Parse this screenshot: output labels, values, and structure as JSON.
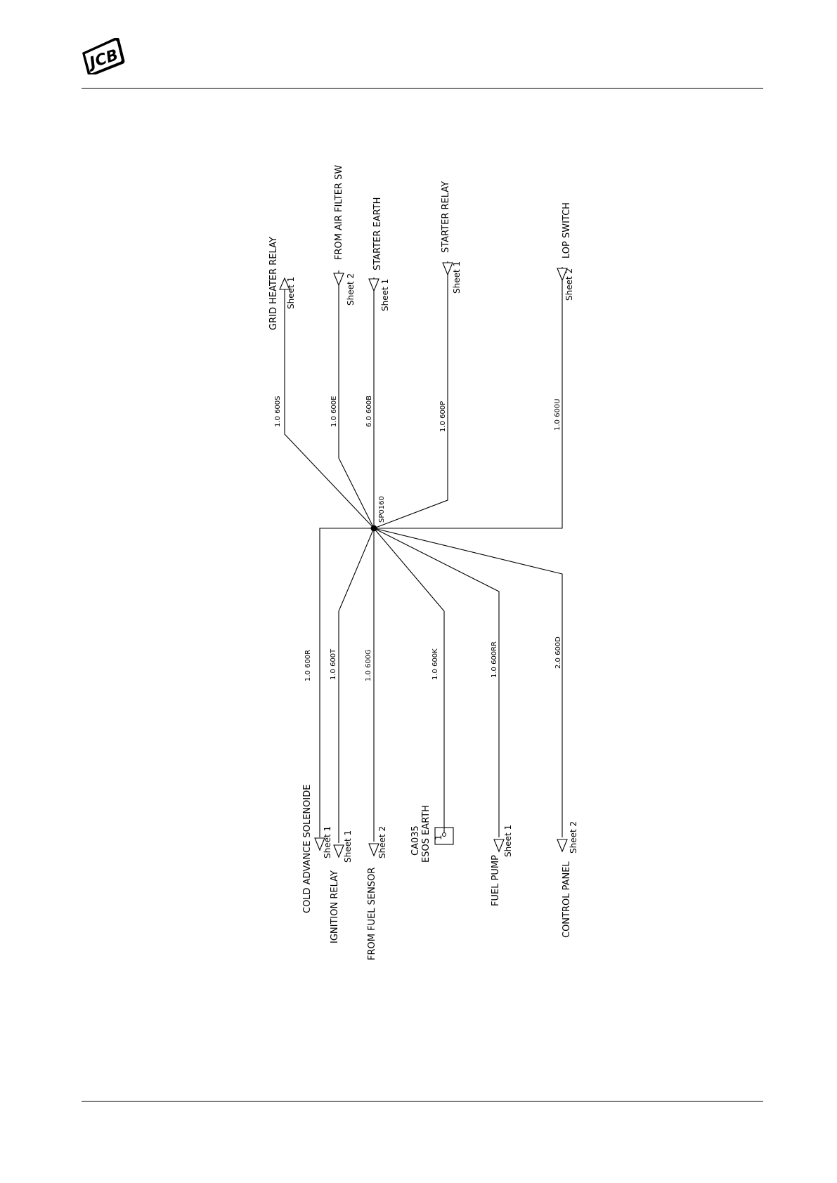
{
  "header": {
    "logo_text": "JCB"
  },
  "diagram": {
    "splice": {
      "id": "SP0160"
    },
    "top_wires": [
      {
        "id": "w-grid",
        "destination": "GRID HEATER RELAY",
        "sheet": "Sheet 1",
        "wire": "1.0 600S"
      },
      {
        "id": "w-airfilter",
        "destination": "FROM AIR FILTER SW",
        "sheet": "Sheet 2",
        "wire": "1.0 600E"
      },
      {
        "id": "w-starter-earth",
        "destination": "STARTER EARTH",
        "sheet": "Sheet 1",
        "wire": "6.0 600B"
      },
      {
        "id": "w-starter-relay",
        "destination": "STARTER RELAY",
        "sheet": "Sheet 1",
        "wire": "1.0 600P"
      },
      {
        "id": "w-lop",
        "destination": "LOP SWITCH",
        "sheet": "Sheet 2",
        "wire": "1.0 600U"
      }
    ],
    "bottom_wires": [
      {
        "id": "w-cold",
        "destination": "COLD ADVANCE SOLENOIDE",
        "sheet": "Sheet 1",
        "wire": "1.0 600R"
      },
      {
        "id": "w-ignition",
        "destination": "IGNITION RELAY",
        "sheet": "Sheet 1",
        "wire": "1.0 600T"
      },
      {
        "id": "w-fuelsensor",
        "destination": "FROM FUEL SENSOR",
        "sheet": "Sheet 2",
        "wire": "1.0 600G"
      },
      {
        "id": "w-esos",
        "connector": "CA035",
        "destination": "ESOS EARTH",
        "pin": "1",
        "wire": "1.0 600K"
      },
      {
        "id": "w-fuelpump",
        "destination": "FUEL PUMP",
        "sheet": "Sheet 1",
        "wire": "1.0 600RR"
      },
      {
        "id": "w-control",
        "destination": "CONTROL PANEL",
        "sheet": "Sheet 2",
        "wire": "2.0 600D"
      }
    ]
  }
}
